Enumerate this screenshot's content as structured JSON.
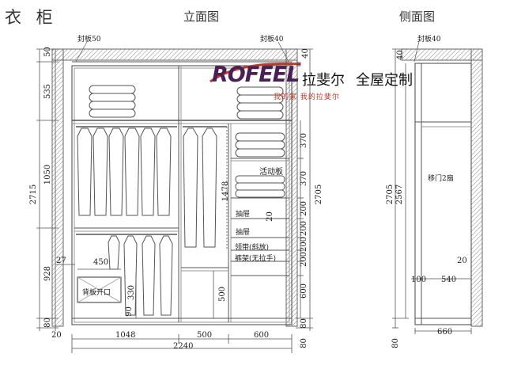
{
  "header": {
    "title": "衣 柜",
    "front_view": "立面图",
    "side_view": "侧面图"
  },
  "logo": {
    "brand": "ROFEEL",
    "cn_name": "拉斐尔",
    "suffix": "全屋定制",
    "slogan": "我的家  我的拉斐尔",
    "registered": "®"
  },
  "notes": {
    "seal_50": "封板50",
    "seal_40": "封板40",
    "seal_40_side": "封板40",
    "active_board": "活动板",
    "drawer_1": "抽屉",
    "drawer_2": "抽屉",
    "tie_rack": "领带(斜放)",
    "pants_rack": "裤架(无拉手)",
    "back_opening": "背板开口",
    "sliding_door": "移门2扇"
  },
  "dims": {
    "left_50": "50",
    "left_535": "535",
    "left_1050": "1050",
    "left_2715": "2715",
    "left_27": "27",
    "left_928": "928",
    "left_80": "80",
    "right_40": "40",
    "right_370a": "370",
    "right_370b": "370",
    "right_200a": "200",
    "right_200b": "200",
    "right_200c": "200",
    "right_200d": "200",
    "right_600": "600",
    "right_80": "80",
    "right_2705": "2705",
    "inner_1478": "1478",
    "inner_20": "20",
    "inner_500": "500",
    "inner_330": "330",
    "inner_90": "90",
    "inner_450": "450",
    "bot_20": "20",
    "bot_1048": "1048",
    "bot_500": "500",
    "bot_600": "600",
    "bot_2240": "2240",
    "bot_80": "80",
    "side_40": "40",
    "side_2705": "2705",
    "side_2567": "2567",
    "side_20": "20",
    "side_100": "100",
    "side_540": "540",
    "side_660": "660",
    "side_80": "80"
  }
}
